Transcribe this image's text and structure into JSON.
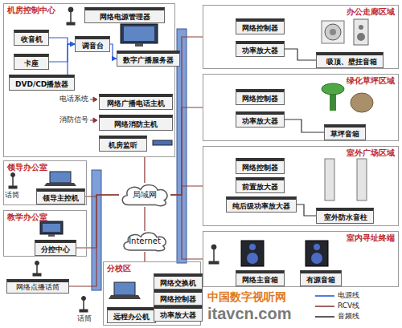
{
  "diagram": {
    "nodes": [
      {
        "text": [
          "机房控制中心"
        ]
      },
      {
        "text": [
          "收音机"
        ],
        "in": 0
      },
      {
        "text": [
          "卡座"
        ],
        "in": 0
      },
      {
        "text": [
          "DVD/CD播放器"
        ],
        "in": 0
      },
      {
        "text": [
          "调音台"
        ],
        "in": 0
      },
      {
        "text": [
          "网络电源管理器"
        ],
        "in": 0
      },
      {
        "text": [
          "数字广播服务器"
        ],
        "in": 0
      },
      {
        "text": [
          "网络广播电话主机"
        ],
        "in": 0
      },
      {
        "text": [
          "网络消防主机"
        ],
        "in": 0
      },
      {
        "text": [
          "机房监听"
        ],
        "in": 0
      },
      {
        "text": [
          "领导办公室"
        ]
      },
      {
        "text": [
          "领导主控机"
        ],
        "in": 10
      },
      {
        "text": [
          "教学办公室"
        ]
      },
      {
        "text": [
          "分控中心"
        ],
        "in": 12
      },
      {
        "text": [
          "网络点播话筒"
        ]
      },
      {
        "text": [
          "局域网"
        ]
      },
      {
        "text": [
          "Internet"
        ]
      },
      {
        "text": [
          "分校区"
        ]
      },
      {
        "text": [
          "远程办公机"
        ],
        "in": 17
      },
      {
        "text": [
          "网络交换机"
        ],
        "in": 17
      },
      {
        "text": [
          "网络控制器"
        ],
        "in": 17
      },
      {
        "text": [
          "功率放大器"
        ],
        "in": 17
      },
      {
        "text": [
          "办公走廊区域"
        ]
      },
      {
        "text": [
          "网络控制器"
        ],
        "in": 22
      },
      {
        "text": [
          "功率放大器"
        ],
        "in": 22
      },
      {
        "text": [
          "吸顶、壁挂音箱"
        ],
        "in": 22
      },
      {
        "text": [
          "绿化草坪区域"
        ]
      },
      {
        "text": [
          "网络控制器"
        ],
        "in": 26
      },
      {
        "text": [
          "功率放大器"
        ],
        "in": 26
      },
      {
        "text": [
          "草坪音箱"
        ],
        "in": 26
      },
      {
        "text": [
          "室外广场区域"
        ]
      },
      {
        "text": [
          "网络控制器"
        ],
        "in": 30
      },
      {
        "text": [
          "前置放大器"
        ],
        "in": 30
      },
      {
        "text": [
          "纯后级功率放大器"
        ],
        "in": 30
      },
      {
        "text": [
          "室外防水音柱"
        ],
        "in": 30
      },
      {
        "text": [
          "室内寻址终端"
        ]
      },
      {
        "text": [
          "网络主音箱"
        ],
        "in": 35
      },
      {
        "text": [
          "有源音箱"
        ],
        "in": 35
      }
    ],
    "edges": [
      {
        "from": 1,
        "to": 4,
        "arrow": "to"
      },
      {
        "from": 2,
        "to": 4,
        "arrow": "to"
      },
      {
        "from": 3,
        "to": 4,
        "arrow": "to"
      },
      {
        "from": 4,
        "to": 6,
        "arrow": "to"
      },
      {
        "from": 0,
        "to": 15,
        "arrow": "none"
      },
      {
        "from": 11,
        "to": 15,
        "arrow": "none"
      },
      {
        "from": 13,
        "to": 15,
        "arrow": "none"
      },
      {
        "from": 14,
        "to": 15,
        "arrow": "none"
      },
      {
        "from": 15,
        "to": 16,
        "arrow": "none"
      },
      {
        "from": 16,
        "to": 17,
        "arrow": "none"
      },
      {
        "from": 15,
        "to": 22,
        "arrow": "none"
      },
      {
        "from": 15,
        "to": 26,
        "arrow": "none"
      },
      {
        "from": 15,
        "to": 30,
        "arrow": "none"
      },
      {
        "from": 15,
        "to": 35,
        "arrow": "none"
      },
      {
        "from": 24,
        "to": 25,
        "arrow": "none"
      },
      {
        "from": 28,
        "to": 29,
        "arrow": "none"
      },
      {
        "from": 33,
        "to": 34,
        "arrow": "none"
      }
    ],
    "labels": [
      "电话系统",
      "消防信号",
      "话筒",
      "话筒",
      "中国数字视听网",
      "itavcn.com"
    ],
    "legend": [
      {
        "text": "电源线"
      },
      {
        "text": "RCV线"
      },
      {
        "text": "音频线"
      }
    ]
  }
}
